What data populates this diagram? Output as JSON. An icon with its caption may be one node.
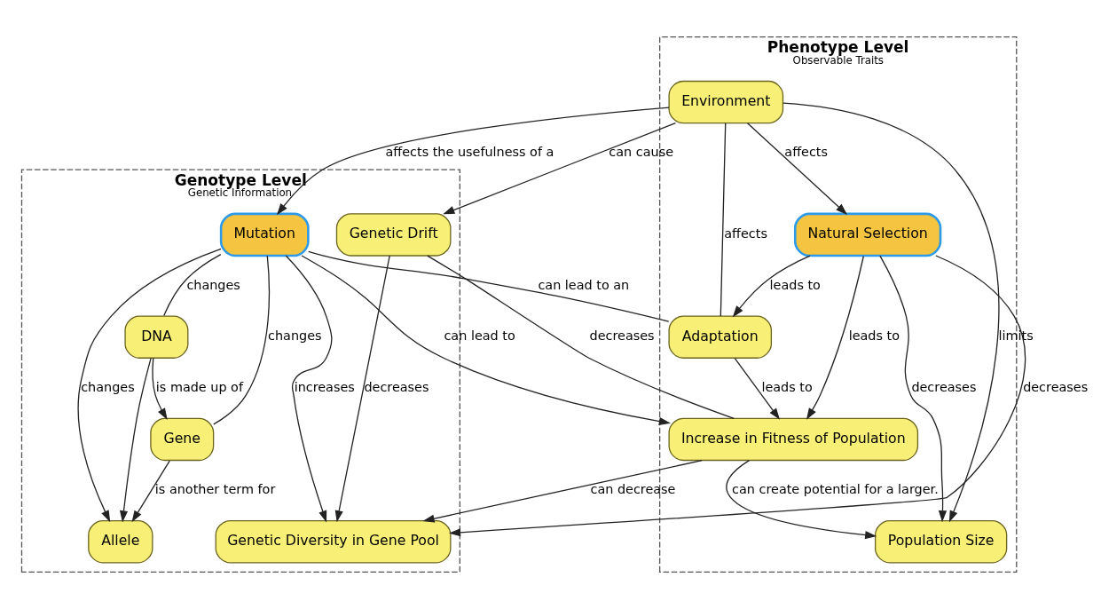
{
  "diagram": {
    "nodes": [
      {
        "text": [
          "Genotype Level",
          "Genetic Information"
        ]
      },
      {
        "text": [
          "Genetic Drift"
        ],
        "in": 0
      },
      {
        "text": [
          "Genetic Diversity in Gene Pool"
        ],
        "in": 0
      },
      {
        "text": [
          "Mutation"
        ],
        "in": 0
      },
      {
        "text": [
          "Gene"
        ],
        "in": 0
      },
      {
        "text": [
          "Allele"
        ],
        "in": 0
      },
      {
        "text": [
          "DNA"
        ],
        "in": 0
      },
      {
        "text": [
          "Phenotype Level",
          "Observable Traits"
        ]
      },
      {
        "text": [
          "Population Size"
        ],
        "in": 7
      },
      {
        "text": [
          "Natural Selection"
        ],
        "in": 7
      },
      {
        "text": [
          "Environment"
        ],
        "in": 7
      },
      {
        "text": [
          "Increase in Fitness of Population"
        ],
        "in": 7
      },
      {
        "text": [
          "Adaptation"
        ],
        "in": 7
      }
    ],
    "edges": [
      {
        "from": 1,
        "to": 2,
        "arrow": "to",
        "label": "decreases"
      },
      {
        "from": 9,
        "to": 8,
        "arrow": "to",
        "label": "decreases"
      },
      {
        "from": 9,
        "to": 2,
        "arrow": "to",
        "label": "decreases"
      },
      {
        "from": 3,
        "to": 2,
        "arrow": "to",
        "label": "increases"
      },
      {
        "from": 11,
        "to": 2,
        "arrow": "to",
        "label": "can decrease"
      },
      {
        "from": 1,
        "to": 11,
        "arrow": "none",
        "label": "decreases"
      },
      {
        "from": 10,
        "to": 1,
        "arrow": "to",
        "label": "can cause"
      },
      {
        "from": 11,
        "to": 8,
        "arrow": "to",
        "label": "can create potential for a larger."
      },
      {
        "from": 10,
        "to": 8,
        "arrow": "to",
        "label": "limits"
      },
      {
        "from": 10,
        "to": 9,
        "arrow": "to",
        "label": "affects"
      },
      {
        "from": 10,
        "to": 3,
        "arrow": "to",
        "label": "affects the usefulness of a"
      },
      {
        "from": 3,
        "to": 11,
        "arrow": "to",
        "label": "can lead to"
      },
      {
        "from": 9,
        "to": 11,
        "arrow": "to",
        "label": "leads to"
      },
      {
        "from": 10,
        "to": 12,
        "arrow": "none",
        "label": "affects"
      },
      {
        "from": 12,
        "to": 11,
        "arrow": "to",
        "label": "leads to"
      },
      {
        "from": 9,
        "to": 12,
        "arrow": "to",
        "label": "leads to"
      },
      {
        "from": 3,
        "to": 4,
        "arrow": "none",
        "label": "changes"
      },
      {
        "from": 3,
        "to": 6,
        "arrow": "none",
        "label": "changes"
      },
      {
        "from": 3,
        "to": 12,
        "arrow": "none",
        "label": "can lead to an"
      },
      {
        "from": 3,
        "to": 5,
        "arrow": "to",
        "label": "changes"
      },
      {
        "from": 4,
        "to": 5,
        "arrow": "to",
        "label": "is another term for"
      },
      {
        "from": 6,
        "to": 4,
        "arrow": "to",
        "label": "is made up of"
      },
      {
        "from": 6,
        "to": 5,
        "arrow": "to"
      }
    ]
  }
}
